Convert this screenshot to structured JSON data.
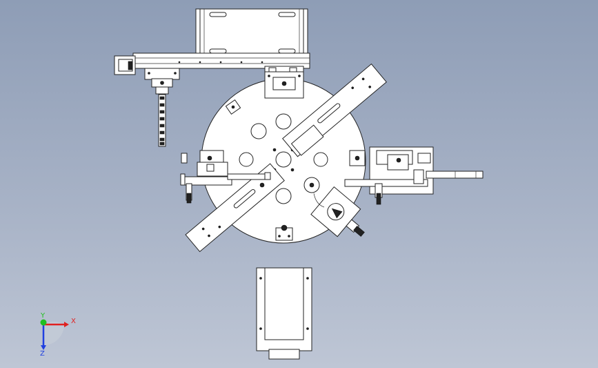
{
  "triad": {
    "x_label": "X",
    "y_label": "Y",
    "z_label": "Z",
    "x_color": "#e02020",
    "y_color": "#20c020",
    "z_color": "#2040e0"
  },
  "background": {
    "top_color": "#8e9db6",
    "bottom_color": "#bec6d5"
  }
}
